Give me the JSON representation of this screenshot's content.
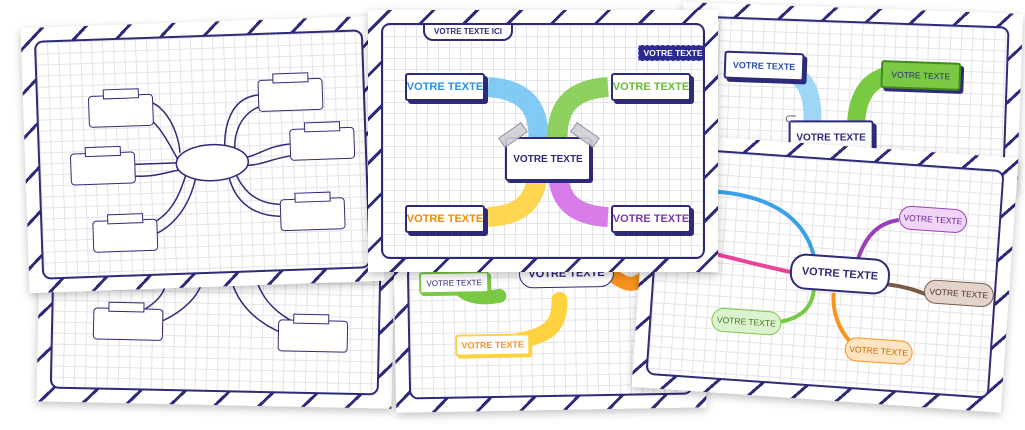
{
  "placeholder_text": "VOTRE TEXTE",
  "header_text": "VOTRE TEXTE ICI",
  "ribbon_text": "VOTRE TEXTE",
  "colors": {
    "frame": "#2e2a7a",
    "blue": "#3aa0e8",
    "green": "#7ac943",
    "orange": "#f7931e",
    "purple": "#9b3fb8",
    "magenta": "#e8449a",
    "brown": "#7a5a44",
    "yellow": "#ffd23f"
  }
}
